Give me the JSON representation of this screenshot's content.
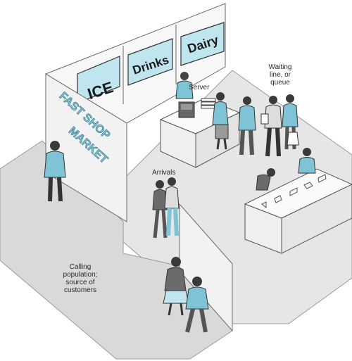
{
  "signs": {
    "ice": "ICE",
    "drinks": "Drinks",
    "dairy": "Dairy",
    "store_name_line1": "FAST SHOP",
    "store_name_line2": "MARKET"
  },
  "labels": {
    "server": "Server",
    "waiting_line": [
      "Waiting",
      "line, or",
      "queue"
    ],
    "arrivals": "Arrivals",
    "calling_population": [
      "Calling",
      "population;",
      "source of",
      "customers"
    ]
  },
  "colors": {
    "floor": "#dcdcdc",
    "wall": "#f4f4f4",
    "sign_fill": "#bfe6ef",
    "person_shirt": "#7fc3d6",
    "person_pants": "#4a4a4a",
    "outline": "#5a5a5a"
  }
}
